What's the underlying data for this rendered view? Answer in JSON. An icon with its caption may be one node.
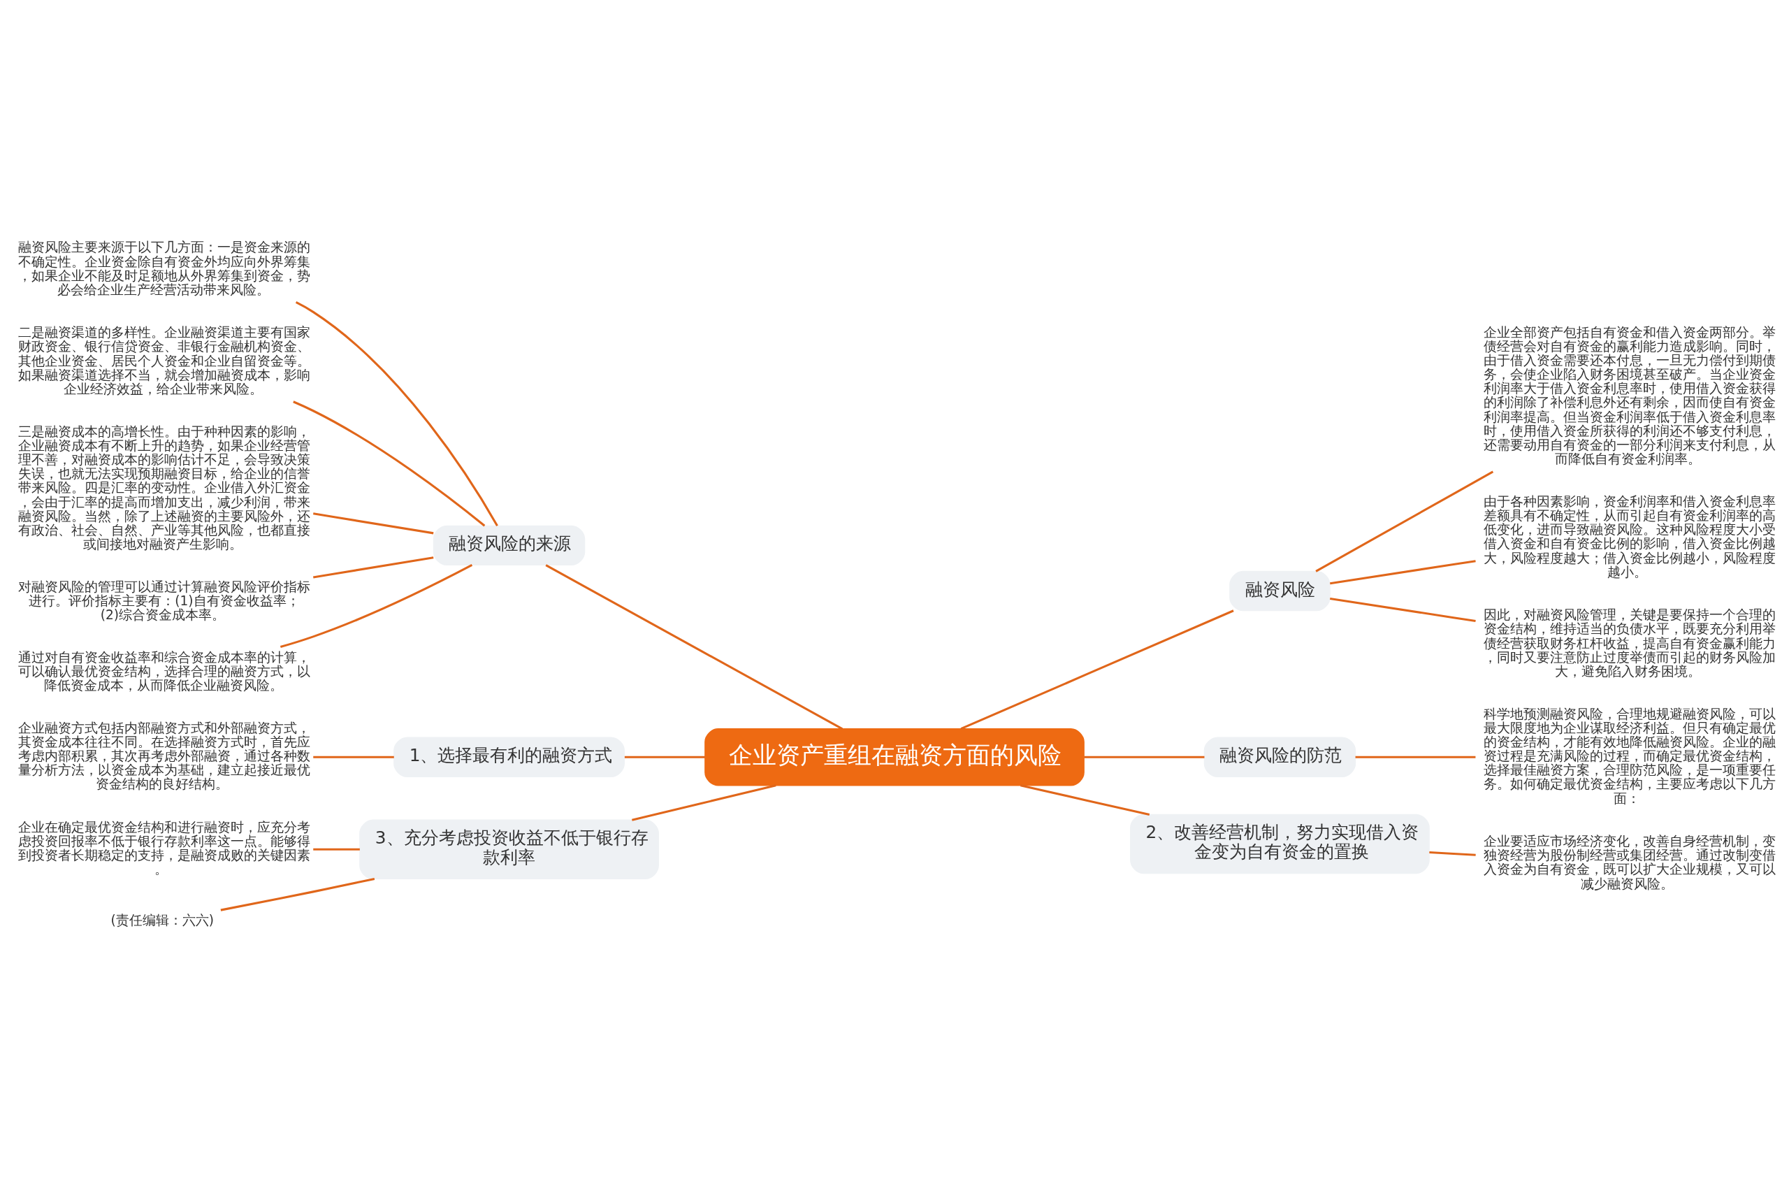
{
  "diagram": {
    "nodes": [
      {
        "text": [
          "企业资产重组在融资方面的风险"
        ]
      },
      {
        "text": [
          "融资风险的来源"
        ]
      },
      {
        "text": [
          "融资风险主要来源于以下几方面：一是资金来源的不确定性。企业资金除自有资金外均应向外界筹集，如果企业不能及时足额地从外界筹集到资金，势必会给企业生产经营活动带来风险。"
        ]
      },
      {
        "text": [
          "二是融资渠道的多样性。企业融资渠道主要有国家财政资金、银行信贷资金、非银行金融机构资金、其他企业资金、居民个人资金和企业自留资金等。如果融资渠道选择不当，就会增加融资成本，影响企业经济效益，给企业带来风险。"
        ]
      },
      {
        "text": [
          "三是融资成本的高增长性。由于种种因素的影响，企业融资成本有不断上升的趋势，如果企业经营管理不善，对融资成本的影响估计不足，会导致决策失误，也就无法实现预期融资目标，给企业的信誉带来风险。四是汇率的变动性。企业借入外汇资金，会由于汇率的提高而增加支出，减少利润，带来融资风险。当然，除了上述融资的主要风险外，还有政治、社会、自然、产业等其他风险，也都直接或间接地对融资产生影响。"
        ]
      },
      {
        "text": [
          "对融资风险的管理可以通过计算融资风险评价指标进行。评价指标主要有：(1)自有资金收益率；(2)综合资金成本率。"
        ]
      },
      {
        "text": [
          "通过对自有资金收益率和综合资金成本率的计算，可以确认最优资金结构，选择合理的融资方式，以降低资金成本，从而降低企业融资风险。"
        ]
      },
      {
        "text": [
          "1、选择最有利的融资方式"
        ]
      },
      {
        "text": [
          "企业融资方式包括内部融资方式和外部融资方式，其资金成本往往不同。在选择融资方式时，首先应考虑内部积累，其次再考虑外部融资，通过各种数量分析方法，以资金成本为基础，建立起接近最优资金结构的良好结构。"
        ]
      },
      {
        "text": [
          "3、充分考虑投资收益不低于银行存款利率"
        ]
      },
      {
        "text": [
          "企业在确定最优资金结构和进行融资时，应充分考虑投资回报率不低于银行存款利率这一点。能够得到投资者长期稳定的支持，是融资成败的关键因素。"
        ]
      },
      {
        "text": [
          "(责任编辑：六六)"
        ]
      },
      {
        "text": [
          "融资风险"
        ]
      },
      {
        "text": [
          "企业全部资产包括自有资金和借入资金两部分。举债经营会对自有资金的赢利能力造成影响。同时，由于借入资金需要还本付息，一旦无力偿付到期债务，会使企业陷入财务困境甚至破产。当企业资金利润率大于借入资金利息率时，使用借入资金获得的利润除了补偿利息外还有剩余，因而使自有资金利润率提高。但当资金利润率低于借入资金利息率时，使用借入资金所获得的利润还不够支付利息，还需要动用自有资金的一部分利润来支付利息，从而降低自有资金利润率。"
        ]
      },
      {
        "text": [
          "由于各种因素影响，资金利润率和借入资金利息率差额具有不确定性，从而引起自有资金利润率的高低变化，进而导致融资风险。这种风险程度大小受借入资金和自有资金比例的影响，借入资金比例越大，风险程度越大；借入资金比例越小，风险程度越小。"
        ]
      },
      {
        "text": [
          "因此，对融资风险管理，关键是要保持一个合理的资金结构，维持适当的负债水平，既要充分利用举债经营获取财务杠杆收益，提高自有资金赢利能力，同时又要注意防止过度举债而引起的财务风险加大，避免陷入财务困境。"
        ]
      },
      {
        "text": [
          "融资风险的防范"
        ]
      },
      {
        "text": [
          "科学地预测融资风险，合理地规避融资风险，可以最大限度地为企业谋取经济利益。但只有确定最优的资金结构，才能有效地降低融资风险。企业的融资过程是充满风险的过程，而确定最优资金结构，选择最佳融资方案，合理防范风险，是一项重要任务。如何确定最优资金结构，主要应考虑以下几方面："
        ]
      },
      {
        "text": [
          "2、改善经营机制，努力实现借入资金变为自有资金的置换"
        ]
      },
      {
        "text": [
          "企业要适应市场经济变化，改善自身经营机制，变独资经营为股份制经营或集团经营。通过改制变借入资金为自有资金，既可以扩大企业规模，又可以减少融资风险。"
        ]
      }
    ],
    "edges": [
      {
        "from": 1,
        "to": 0,
        "arrow": "none"
      },
      {
        "from": 2,
        "to": 1,
        "arrow": "none"
      },
      {
        "from": 3,
        "to": 1,
        "arrow": "none"
      },
      {
        "from": 4,
        "to": 1,
        "arrow": "none"
      },
      {
        "from": 5,
        "to": 1,
        "arrow": "none"
      },
      {
        "from": 6,
        "to": 1,
        "arrow": "none"
      },
      {
        "from": 7,
        "to": 0,
        "arrow": "none"
      },
      {
        "from": 8,
        "to": 7,
        "arrow": "none"
      },
      {
        "from": 9,
        "to": 0,
        "arrow": "none"
      },
      {
        "from": 10,
        "to": 9,
        "arrow": "none"
      },
      {
        "from": 11,
        "to": 9,
        "arrow": "none"
      },
      {
        "from": 0,
        "to": 12,
        "arrow": "none"
      },
      {
        "from": 12,
        "to": 13,
        "arrow": "none"
      },
      {
        "from": 12,
        "to": 14,
        "arrow": "none"
      },
      {
        "from": 12,
        "to": 15,
        "arrow": "none"
      },
      {
        "from": 0,
        "to": 16,
        "arrow": "none"
      },
      {
        "from": 16,
        "to": 17,
        "arrow": "none"
      },
      {
        "from": 0,
        "to": 18,
        "arrow": "none"
      },
      {
        "from": 18,
        "to": 19,
        "arrow": "none"
      }
    ]
  }
}
